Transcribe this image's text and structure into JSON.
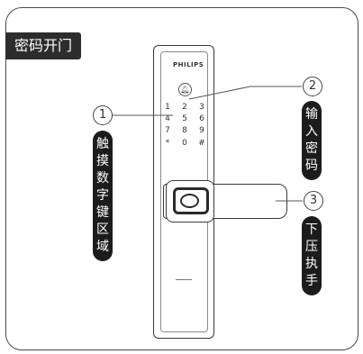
{
  "title": "密码开门",
  "brand": "PHILIPS",
  "keypad": {
    "rows": [
      [
        "1",
        "2",
        "3"
      ],
      [
        "4",
        "5",
        "6"
      ],
      [
        "7",
        "8",
        "9"
      ],
      [
        "*",
        "0",
        "#"
      ]
    ]
  },
  "callouts": {
    "one": "1",
    "two": "2",
    "three": "3"
  },
  "left_label": [
    "触",
    "摸",
    "数",
    "字",
    "键",
    "区",
    "域"
  ],
  "right_label_input": [
    "输",
    "入",
    "密",
    "码"
  ],
  "right_label_press": [
    "下",
    "压",
    "执",
    "手"
  ]
}
